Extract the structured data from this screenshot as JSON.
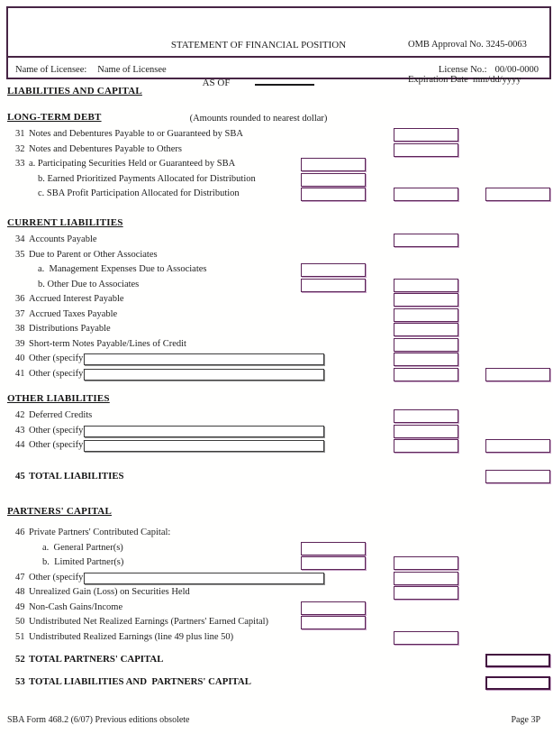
{
  "header": {
    "title_line1": "STATEMENT OF FINANCIAL POSITION",
    "as_of_label": "AS OF",
    "subtitle": "(Amounts rounded to nearest dollar)",
    "omb_line1": "OMB Approval No. 3245-0063",
    "omb_line2": "Expiration Date  mm/dd/yyyy",
    "licensee_label": "Name of Licensee:",
    "licensee_value": "Name of Licensee",
    "license_no_label": "License No.:",
    "license_no_value": "00/00-0000"
  },
  "blocks": [
    {
      "type": "heading",
      "text": "LIABILITIES AND CAPITAL"
    },
    {
      "type": "heading",
      "text": "LONG-TERM DEBT"
    },
    {
      "type": "row",
      "num": "31",
      "label": "Notes and Debentures Payable to or Guaranteed by SBA",
      "boxes": [
        "col2"
      ]
    },
    {
      "type": "row",
      "num": "32",
      "label": "Notes and Debentures Payable to Others",
      "boxes": [
        "col2"
      ]
    },
    {
      "type": "row",
      "num": "33",
      "label": "a. Participating Securities Held or Guaranteed by SBA",
      "boxes": [
        "col1"
      ]
    },
    {
      "type": "row",
      "num": "",
      "label": "b. Earned Prioritized Payments Allocated for Distribution",
      "indent": 42,
      "boxes": [
        "col1"
      ]
    },
    {
      "type": "row",
      "num": "",
      "label": "c. SBA Profit Participation Allocated for Distribution",
      "indent": 42,
      "boxes": [
        "col1",
        "col2",
        "col3"
      ]
    },
    {
      "type": "heading",
      "text": "CURRENT LIABILITIES"
    },
    {
      "type": "row",
      "num": "34",
      "label": "Accounts Payable",
      "boxes": [
        "col2"
      ]
    },
    {
      "type": "row",
      "num": "35",
      "label": "Due to Parent or Other Associates",
      "boxes": []
    },
    {
      "type": "row",
      "num": "",
      "label": "a.  Management Expenses Due to Associates",
      "indent": 42,
      "boxes": [
        "col1"
      ]
    },
    {
      "type": "row",
      "num": "",
      "label": "b. Other Due to Associates",
      "indent": 42,
      "boxes": [
        "col1",
        "col2"
      ]
    },
    {
      "type": "row",
      "num": "36",
      "label": "Accrued Interest Payable",
      "boxes": [
        "col2"
      ]
    },
    {
      "type": "row",
      "num": "37",
      "label": "Accrued Taxes Payable",
      "boxes": [
        "col2"
      ]
    },
    {
      "type": "row",
      "num": "38",
      "label": "Distributions Payable",
      "boxes": [
        "col2"
      ]
    },
    {
      "type": "row",
      "num": "39",
      "label": "Short-term Notes Payable/Lines of Credit",
      "boxes": [
        "col2"
      ]
    },
    {
      "type": "row",
      "num": "40",
      "label": "Other (specify)",
      "specify": true,
      "boxes": [
        "col2"
      ]
    },
    {
      "type": "row",
      "num": "41",
      "label": "Other (specify)",
      "specify": true,
      "boxes": [
        "col2",
        "col3"
      ]
    },
    {
      "type": "heading",
      "text": "OTHER LIABILITIES"
    },
    {
      "type": "row",
      "num": "42",
      "label": "Deferred Credits",
      "boxes": [
        "col2"
      ]
    },
    {
      "type": "row",
      "num": "43",
      "label": "Other (specify)",
      "specify": true,
      "boxes": [
        "col2"
      ]
    },
    {
      "type": "row",
      "num": "44",
      "label": "Other (specify)",
      "specify": true,
      "boxes": [
        "col2",
        "col3"
      ]
    },
    {
      "type": "row",
      "num": "45",
      "label": "TOTAL LIABILITIES",
      "bold": true,
      "boxes": [
        "col3"
      ]
    },
    {
      "type": "heading",
      "text": "PARTNERS' CAPITAL"
    },
    {
      "type": "row",
      "num": "46",
      "label": "Private Partners' Contributed Capital:",
      "boxes": []
    },
    {
      "type": "row",
      "num": "",
      "label": "a.  General Partner(s)",
      "indent": 47,
      "boxes": [
        "col1"
      ]
    },
    {
      "type": "row",
      "num": "",
      "label": "b.  Limited Partner(s)",
      "indent": 47,
      "boxes": [
        "col1",
        "col2"
      ]
    },
    {
      "type": "row",
      "num": "47",
      "label": "Other (specify)",
      "specify": true,
      "boxes": [
        "col2"
      ]
    },
    {
      "type": "row",
      "num": "48",
      "label": "Unrealized Gain (Loss) on Securities Held",
      "boxes": [
        "col2"
      ]
    },
    {
      "type": "row",
      "num": "49",
      "label": "Non-Cash Gains/Income",
      "boxes": [
        "col1"
      ]
    },
    {
      "type": "row",
      "num": "50",
      "label": "Undistributed Net Realized Earnings (Partners' Earned Capital)",
      "boxes": [
        "col1"
      ]
    },
    {
      "type": "row",
      "num": "51",
      "label": "Undistributed Realized Earnings (line 49 plus line 50)",
      "boxes": [
        "col2"
      ]
    },
    {
      "type": "row",
      "num": "52",
      "label": "TOTAL PARTNERS' CAPITAL",
      "bold": true,
      "heavy": true,
      "boxes": [
        "col3"
      ]
    },
    {
      "type": "row",
      "num": "53",
      "label": "TOTAL LIABILITIES AND  PARTNERS' CAPITAL",
      "bold": true,
      "heavy": true,
      "boxes": [
        "col3"
      ]
    }
  ],
  "colors": {
    "box_border": "#5d2459",
    "box_shadow": "#c6a2c5",
    "heavy_box_border": "#431540",
    "header_border": "#472544",
    "text": "#1d1d1d"
  },
  "footer": {
    "left": "SBA Form 468.2 (6/07) Previous editions obsolete",
    "right": "Page 3P"
  }
}
